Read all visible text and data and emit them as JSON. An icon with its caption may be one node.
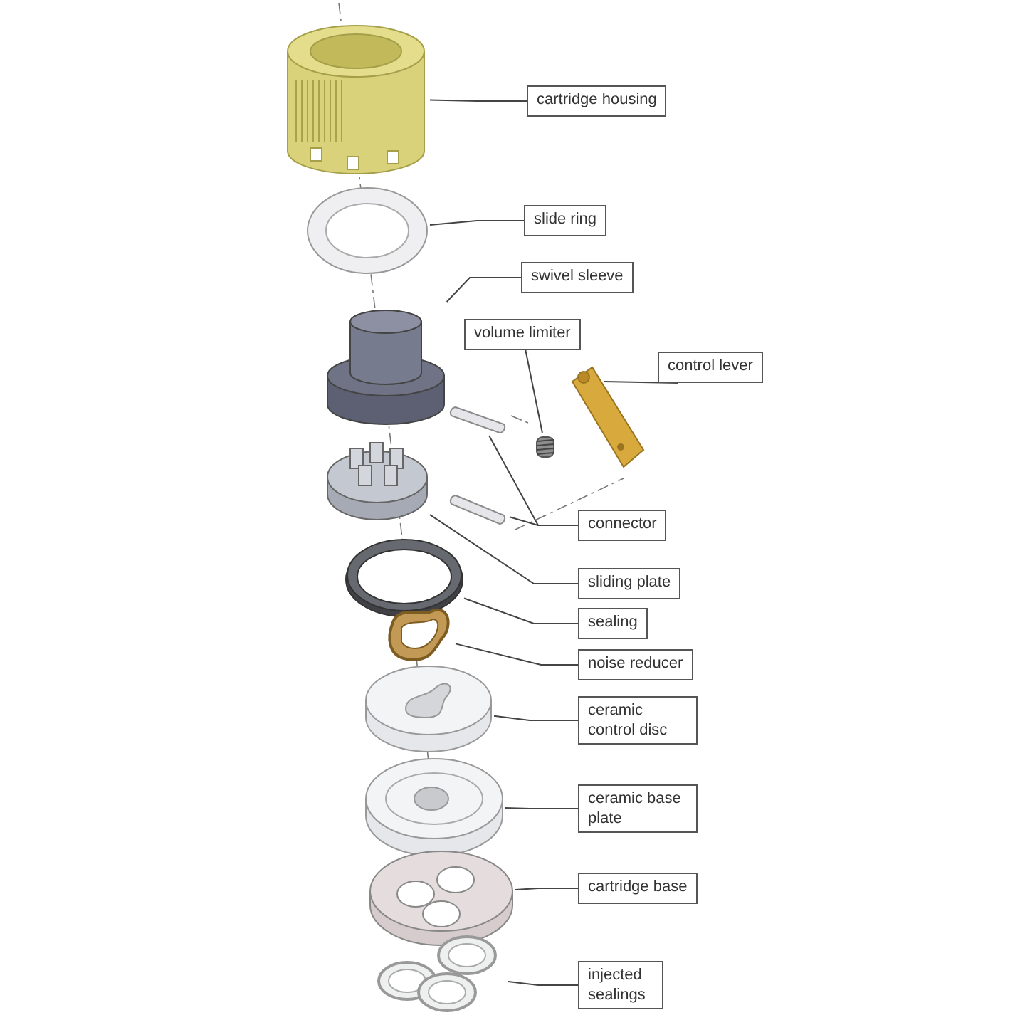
{
  "diagram": {
    "nodes": [
      {
        "text": [
          "cartridge housing"
        ]
      },
      {
        "text": [
          "slide ring"
        ]
      },
      {
        "text": [
          "swivel sleeve"
        ]
      },
      {
        "text": [
          "volume limiter"
        ]
      },
      {
        "text": [
          "control lever"
        ]
      },
      {
        "text": [
          "connector"
        ]
      },
      {
        "text": [
          "sliding plate"
        ]
      },
      {
        "text": [
          "sealing"
        ]
      },
      {
        "text": [
          "noise reducer"
        ]
      },
      {
        "text": [
          "ceramic control disc"
        ]
      },
      {
        "text": [
          "ceramic base plate"
        ]
      },
      {
        "text": [
          "cartridge base"
        ]
      },
      {
        "text": [
          "injected sealings"
        ]
      },
      {
        "text": [],
        "shape": "picture"
      },
      {
        "text": [],
        "shape": "picture"
      },
      {
        "text": [],
        "shape": "picture"
      },
      {
        "text": [],
        "shape": "picture"
      },
      {
        "text": [],
        "shape": "picture"
      },
      {
        "text": [],
        "shape": "picture"
      },
      {
        "text": [],
        "shape": "picture"
      },
      {
        "text": [],
        "shape": "picture"
      },
      {
        "text": [],
        "shape": "picture"
      },
      {
        "text": [],
        "shape": "picture"
      },
      {
        "text": [],
        "shape": "picture"
      },
      {
        "text": [],
        "shape": "picture"
      },
      {
        "text": [],
        "shape": "picture"
      },
      {
        "text": [],
        "shape": "picture"
      }
    ],
    "edges": [
      {
        "from": 0,
        "to": 13,
        "arrow": "none"
      },
      {
        "from": 1,
        "to": 14,
        "arrow": "none"
      },
      {
        "from": 2,
        "to": 15,
        "arrow": "none"
      },
      {
        "from": 3,
        "to": 18,
        "arrow": "none"
      },
      {
        "from": 4,
        "to": 16,
        "arrow": "none"
      },
      {
        "from": 5,
        "to": 17,
        "arrow": "none"
      },
      {
        "from": 5,
        "to": 20,
        "arrow": "none"
      },
      {
        "from": 6,
        "to": 19,
        "arrow": "none"
      },
      {
        "from": 7,
        "to": 21,
        "arrow": "none"
      },
      {
        "from": 8,
        "to": 22,
        "arrow": "none"
      },
      {
        "from": 9,
        "to": 23,
        "arrow": "none"
      },
      {
        "from": 10,
        "to": 24,
        "arrow": "none"
      },
      {
        "from": 11,
        "to": 25,
        "arrow": "none"
      },
      {
        "from": 12,
        "to": 26,
        "arrow": "none"
      }
    ]
  }
}
